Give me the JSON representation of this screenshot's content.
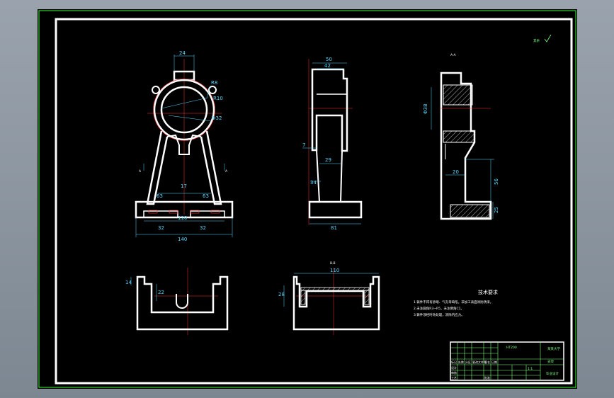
{
  "colors": {
    "background": "#000000",
    "outline": "#ffffff",
    "dimension": "#5ad8ff",
    "centerline": "#ff3030",
    "border": "#33ff33",
    "title_text": "#7fff7f"
  },
  "roughness_mark": "其余",
  "front_view": {
    "dims": {
      "top_width": "24",
      "radius_a": "R8",
      "radius_b": "R10",
      "diameter": "Φ32",
      "slot_width": "17",
      "angle_left": "63",
      "angle_right": "63",
      "inner_span": "110",
      "left_recess": "32",
      "right_recess": "32",
      "base_width": "140"
    },
    "section_label_left": "A",
    "section_label_right": "A"
  },
  "side_view": {
    "dims": {
      "top_outer": "50",
      "top_inner": "42",
      "web_offset": "7",
      "neck_width": "29",
      "rib_height": "34",
      "base_depth": "81"
    }
  },
  "section_view": {
    "label": "A-A",
    "dims": {
      "bore_diameter": "Φ38",
      "neck_width": "20",
      "height": "56",
      "base_height": "25"
    }
  },
  "bottom_left_view": {
    "dims": {
      "lip": "14",
      "slot_depth": "22"
    }
  },
  "bottom_right_view": {
    "label": "B-B",
    "dims": {
      "width": "110",
      "depth": "28"
    }
  },
  "technical_requirements": {
    "title": "技术要求",
    "items": [
      "1.铸件不得有砂眼、气孔等缺陷，非加工表面涂防锈漆。",
      "2.未注圆角R3~R5，未注倒角C1。",
      "3.铸件须经时效处理，消除内应力。"
    ]
  },
  "title_block": {
    "part_name": "支架",
    "material": "HT200",
    "school": "某某大学",
    "drawing_no": "毕业设计",
    "scale": "1:1",
    "row_labels": [
      "标记",
      "处数",
      "分区",
      "更改文件号",
      "签名",
      "日期"
    ],
    "role_labels": [
      "设计",
      "审核",
      "工艺",
      "批准"
    ]
  }
}
